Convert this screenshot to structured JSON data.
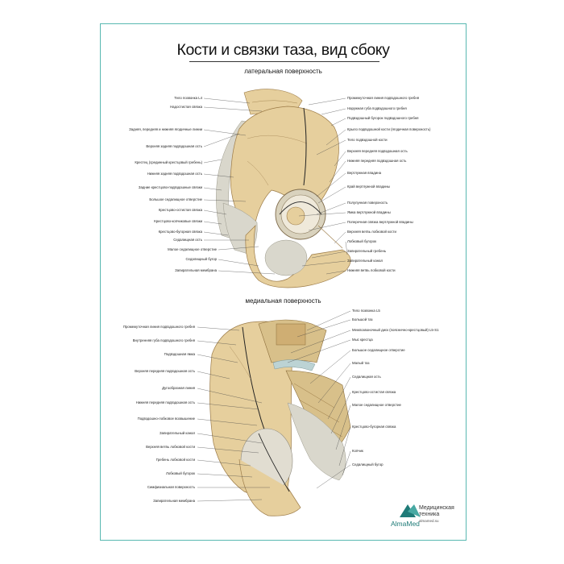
{
  "title": "Кости и связки таза, вид сбоку",
  "section_top": "латеральная поверхность",
  "section_bottom": "медиальная поверхность",
  "colors": {
    "frame": "#59b8b1",
    "bone": "#e6cf9d",
    "bone_shade": "#c9a66a",
    "ligament": "#d9d7cc",
    "disc": "#bcd3d4",
    "brand": "#1f7b78"
  },
  "labels_top_left": [
    "Тело позвонка L4",
    "Надостистая связка",
    "Задняя, передняя и нижняя ягодичные линии",
    "Верхняя задняя подвздошная ость",
    "Крестец (срединный крестцовый гребень)",
    "Нижняя задняя подвздошная ость",
    "Задние крестцово-подвздошные связки",
    "Большое седалищное отверстие",
    "Крестцово-остистая связка",
    "Крестцово-копчиковые связки",
    "Крестцово-бугорная связка",
    "Седалищная ость",
    "Малое седалищное отверстие",
    "Седалищный бугор",
    "Запирательная мембрана"
  ],
  "labels_top_right": [
    "Промежуточная линия подвздошного гребня",
    "Наружная губа подвздошного гребня",
    "Подвздошный бугорок подвздошного гребня",
    "Крыло подвздошной кости (ягодичная поверхность)",
    "Тело подвздошной кости",
    "Верхняя передняя подвздошная ость",
    "Нижняя передняя подвздошная ость",
    "Вертлужная впадина",
    "Край вертлужной впадины",
    "Полулунная поверхность",
    "Ямка вертлужной впадины",
    "Поперечная связка вертлужной впадины",
    "Верхняя ветвь лобковой кости",
    "Лобковый бугорок",
    "Запирательный гребень",
    "Запирательный канал",
    "Нижняя ветвь лобковой кости"
  ],
  "labels_bottom_left": [
    "Промежуточная линия подвздошного гребня",
    "Внутренняя губа подвздошного гребня",
    "Подвздошная ямка",
    "Верхняя передняя подвздошная ость",
    "Дугообразная линия",
    "Нижняя передняя подвздошная ость",
    "Подвздошно-лобковое возвышение",
    "Запирательный канал",
    "Верхняя ветвь лобковой кости",
    "Гребень лобковой кости",
    "Лобковый бугорок",
    "Симфизиальная поверхность",
    "Запирательная мембрана"
  ],
  "labels_bottom_right": [
    "Тело позвонка L5",
    "Большой таз",
    "Межпозвоночный диск (пояснично-крестцовый) L5-S1",
    "Мыс крестца",
    "Большое седалищное отверстие",
    "Малый таз",
    "Седалищная ость",
    "Крестцово-остистая связка",
    "Малое седалищное отверстие",
    "Крестцово-бугорная связка",
    "Копчик",
    "Седалищный бугор"
  ],
  "brand": {
    "logo": "AlmaMed",
    "line1": "Медицинская",
    "line2": "техника",
    "site": "almamed.su"
  }
}
